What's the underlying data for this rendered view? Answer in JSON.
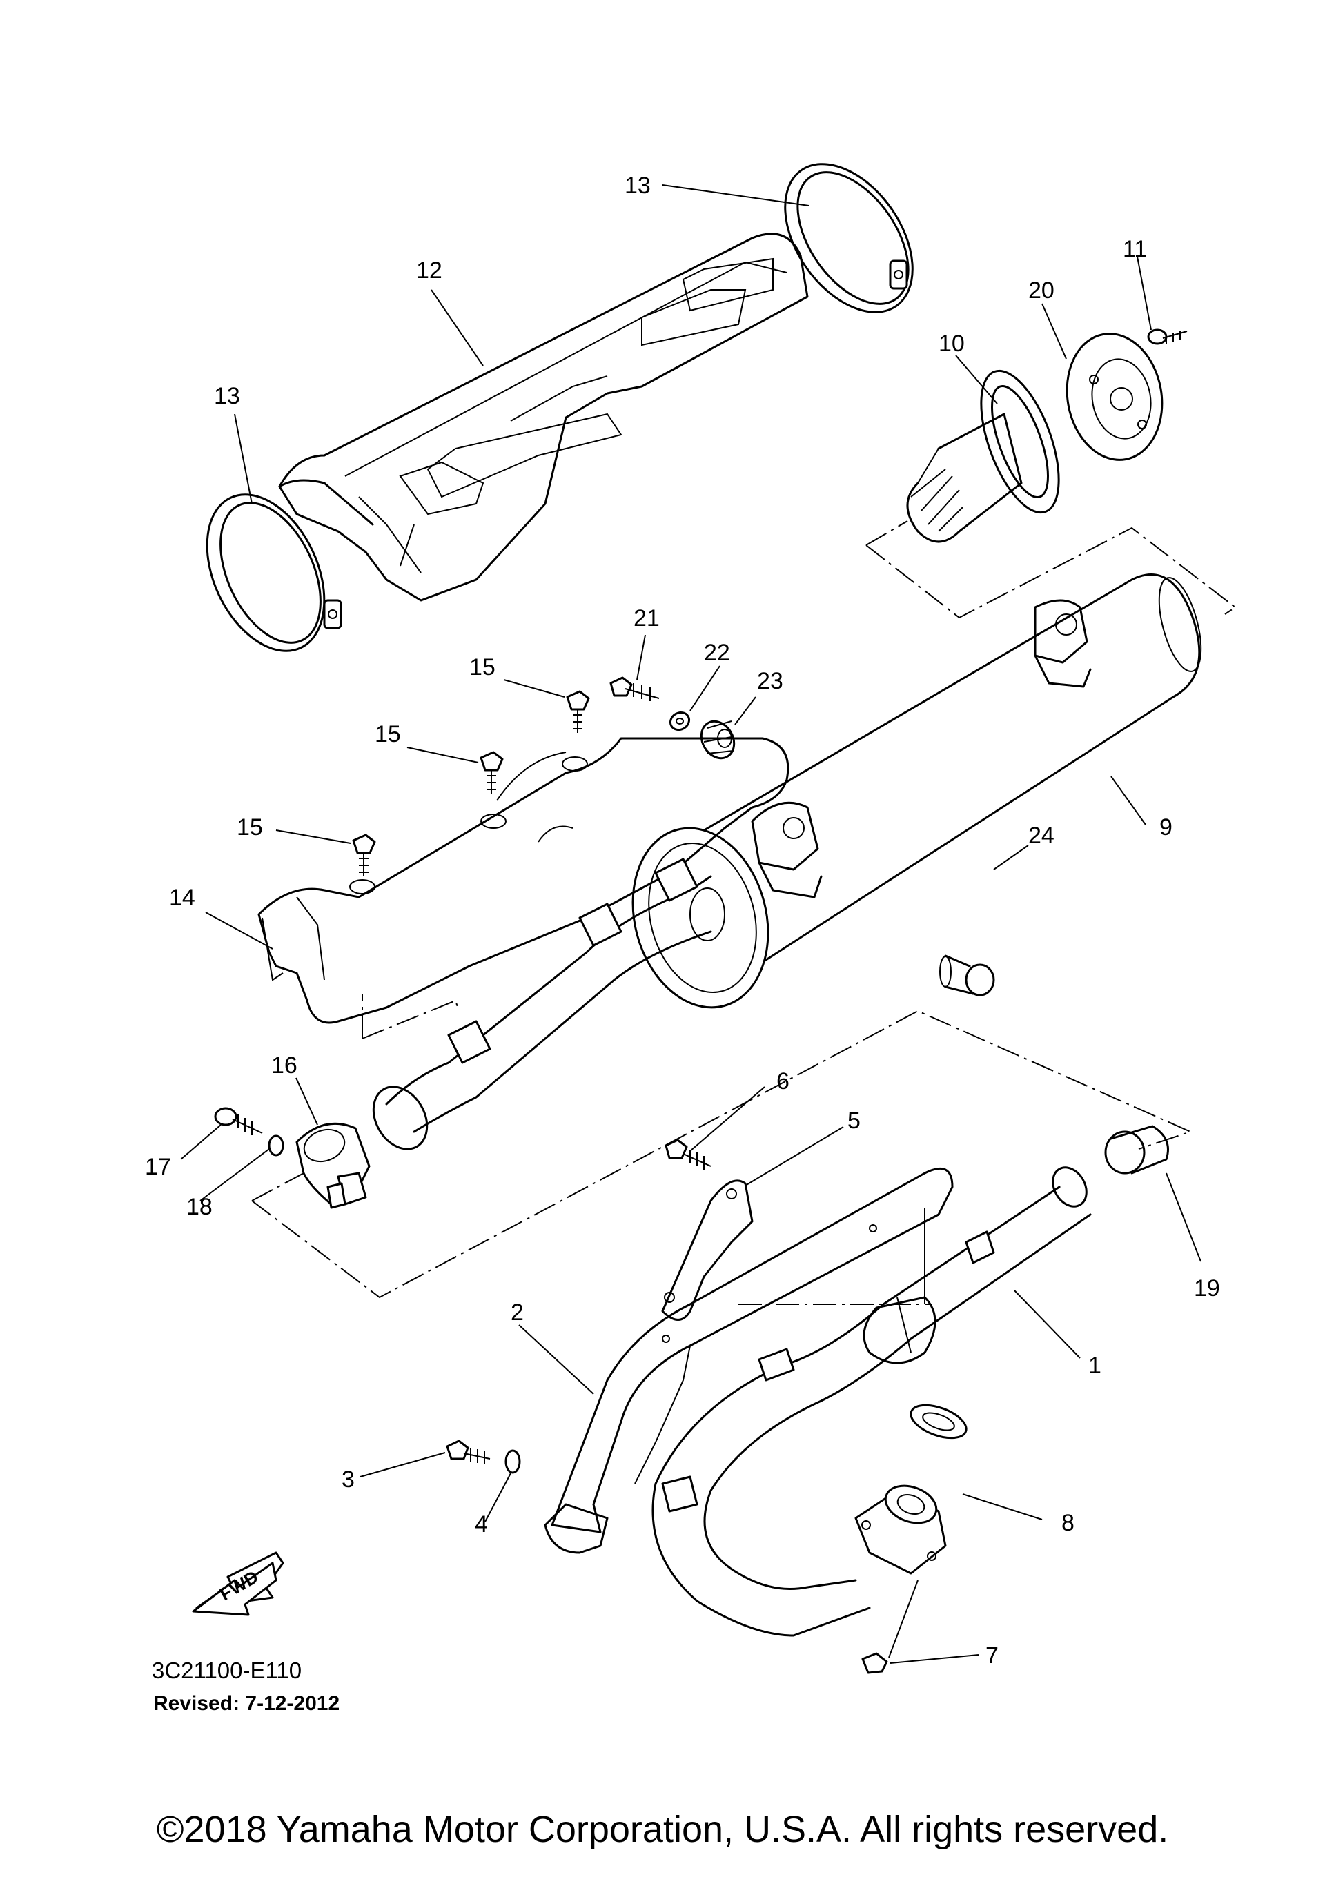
{
  "callouts": {
    "c1": "1",
    "c2": "2",
    "c3": "3",
    "c4": "4",
    "c5": "5",
    "c6": "6",
    "c7": "7",
    "c8": "8",
    "c9": "9",
    "c10": "10",
    "c11": "11",
    "c12": "12",
    "c13a": "13",
    "c13b": "13",
    "c14": "14",
    "c15a": "15",
    "c15b": "15",
    "c15c": "15",
    "c16": "16",
    "c17": "17",
    "c18": "18",
    "c19": "19",
    "c20": "20",
    "c21": "21",
    "c22": "22",
    "c23": "23",
    "c24": "24"
  },
  "fwd_label": "FWD",
  "diagram_code": "3C21100-E110",
  "revised": "Revised: 7-12-2012",
  "copyright": "©2018 Yamaha Motor Corporation, U.S.A. All rights reserved."
}
